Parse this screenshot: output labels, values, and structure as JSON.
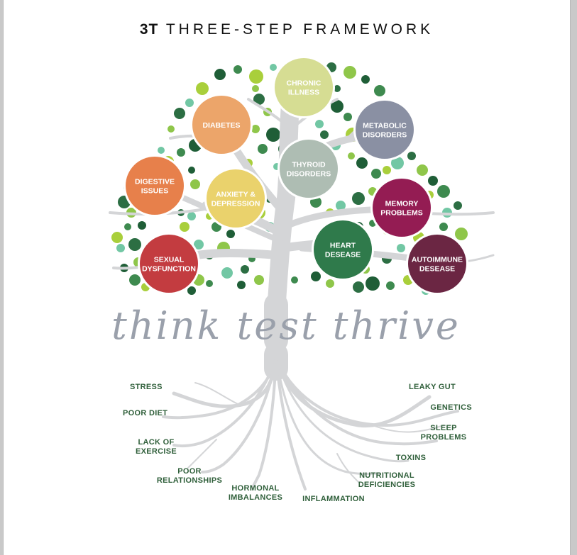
{
  "title": {
    "bold": "3T",
    "rest": " THREE-STEP FRAMEWORK"
  },
  "tagline": "think test thrive",
  "colors": {
    "trunk": "#d4d5d7",
    "root_text": "#2f5f3a",
    "tagline": "#9aa0ab"
  },
  "conditions": [
    {
      "id": "chronic-illness",
      "lines": [
        "CHRONIC",
        "ILLNESS"
      ],
      "color": "#d6dd93"
    },
    {
      "id": "diabetes",
      "lines": [
        "DIABETES"
      ],
      "color": "#eca56a"
    },
    {
      "id": "metabolic-disorders",
      "lines": [
        "METABOLIC",
        "DISORDERS"
      ],
      "color": "#8a90a3"
    },
    {
      "id": "thyroid-disorders",
      "lines": [
        "THYROID",
        "DISORDERS"
      ],
      "color": "#aebdb3"
    },
    {
      "id": "digestive-issues",
      "lines": [
        "DIGESTIVE",
        "ISSUES"
      ],
      "color": "#e7804b"
    },
    {
      "id": "anxiety-depression",
      "lines": [
        "ANXIETY &",
        "DEPRESSION"
      ],
      "color": "#ead26c"
    },
    {
      "id": "memory-problems",
      "lines": [
        "MEMORY",
        "PROBLEMS"
      ],
      "color": "#941c53"
    },
    {
      "id": "sexual-dysfunction",
      "lines": [
        "SEXUAL",
        "DYSFUNCTION"
      ],
      "color": "#c33c40"
    },
    {
      "id": "heart-desease",
      "lines": [
        "HEART",
        "DESEASE"
      ],
      "color": "#2f7a4b"
    },
    {
      "id": "autoimmune-desease",
      "lines": [
        "AUTOIMMUNE",
        "DESEASE"
      ],
      "color": "#6b2643"
    }
  ],
  "root_causes": [
    {
      "id": "stress",
      "lines": [
        "STRESS"
      ]
    },
    {
      "id": "poor-diet",
      "lines": [
        "POOR DIET"
      ]
    },
    {
      "id": "lack-of-exercise",
      "lines": [
        "LACK OF",
        "EXERCISE"
      ]
    },
    {
      "id": "poor-relationships",
      "lines": [
        "POOR",
        "RELATIONSHIPS"
      ]
    },
    {
      "id": "hormonal-imbalances",
      "lines": [
        "HORMONAL",
        "IMBALANCES"
      ]
    },
    {
      "id": "inflammation",
      "lines": [
        "INFLAMMATION"
      ]
    },
    {
      "id": "leaky-gut",
      "lines": [
        "LEAKY GUT"
      ]
    },
    {
      "id": "genetics",
      "lines": [
        "GENETICS"
      ]
    },
    {
      "id": "sleep-problems",
      "lines": [
        "SLEEP",
        "PROBLEMS"
      ]
    },
    {
      "id": "toxins",
      "lines": [
        "TOXINS"
      ]
    },
    {
      "id": "nutritional-deficiencies",
      "lines": [
        "NUTRITIONAL",
        "DEFICIENCIES"
      ]
    }
  ]
}
